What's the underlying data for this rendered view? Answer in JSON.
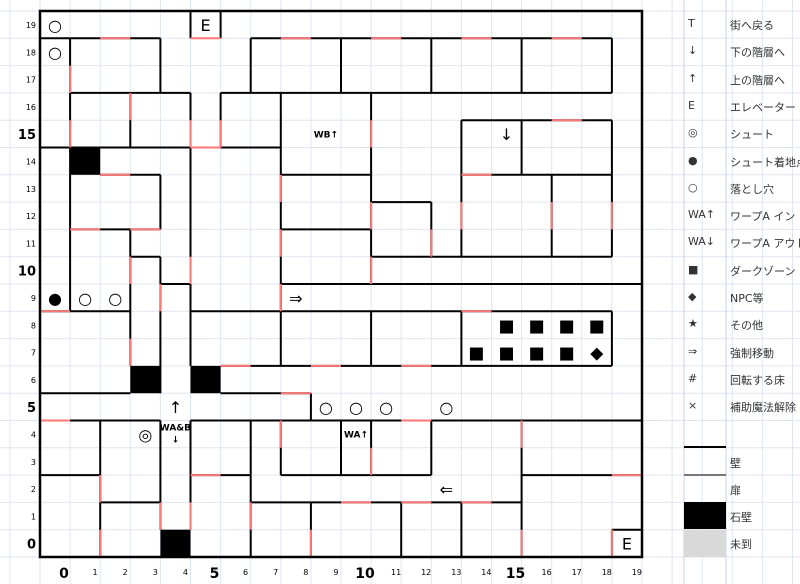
{
  "map": {
    "columns": [
      "0",
      "1",
      "2",
      "3",
      "4",
      "5",
      "6",
      "7",
      "8",
      "9",
      "10",
      "11",
      "12",
      "13",
      "14",
      "15",
      "16",
      "17",
      "18",
      "19"
    ],
    "rows": [
      "0",
      "1",
      "2",
      "3",
      "4",
      "5",
      "6",
      "7",
      "8",
      "9",
      "10",
      "11",
      "12",
      "13",
      "14",
      "15",
      "16",
      "17",
      "18",
      "19"
    ],
    "markers": [
      {
        "col": 0,
        "row": 19,
        "text": "○"
      },
      {
        "col": 0,
        "row": 18,
        "text": "○"
      },
      {
        "col": 5,
        "row": 19,
        "text": "E"
      },
      {
        "col": 19,
        "row": 0,
        "text": "E"
      },
      {
        "col": 9,
        "row": 15,
        "text": "WB↑"
      },
      {
        "col": 15,
        "row": 15,
        "text": "↓"
      },
      {
        "col": 0,
        "row": 9,
        "text": "●"
      },
      {
        "col": 1,
        "row": 9,
        "text": "○"
      },
      {
        "col": 2,
        "row": 9,
        "text": "○"
      },
      {
        "col": 8,
        "row": 9,
        "text": "⇒"
      },
      {
        "col": 15,
        "row": 8,
        "text": "■"
      },
      {
        "col": 16,
        "row": 8,
        "text": "■"
      },
      {
        "col": 17,
        "row": 8,
        "text": "■"
      },
      {
        "col": 18,
        "row": 8,
        "text": "■"
      },
      {
        "col": 14,
        "row": 7,
        "text": "■"
      },
      {
        "col": 15,
        "row": 7,
        "text": "■"
      },
      {
        "col": 16,
        "row": 7,
        "text": "■"
      },
      {
        "col": 17,
        "row": 7,
        "text": "■"
      },
      {
        "col": 18,
        "row": 7,
        "text": "◆"
      },
      {
        "col": 4,
        "row": 5,
        "text": "↑"
      },
      {
        "col": 9,
        "row": 5,
        "text": "○"
      },
      {
        "col": 10,
        "row": 5,
        "text": "○"
      },
      {
        "col": 11,
        "row": 5,
        "text": "○"
      },
      {
        "col": 13,
        "row": 5,
        "text": "○"
      },
      {
        "col": 3,
        "row": 4,
        "text": "◎"
      },
      {
        "col": 4,
        "row": 4,
        "text": "WA&B\n↓"
      },
      {
        "col": 10,
        "row": 4,
        "text": "WA↑"
      },
      {
        "col": 13,
        "row": 2,
        "text": "⇐"
      }
    ],
    "stone_walls": [
      {
        "col": 1,
        "row": 14
      },
      {
        "col": 3,
        "row": 6
      },
      {
        "col": 5,
        "row": 6
      },
      {
        "col": 4,
        "row": 0
      }
    ],
    "colors": {
      "wall": "#000000",
      "door": "#ff7777",
      "stone": "#000000",
      "unvisited": "#d9d9d9",
      "grid": "#dfe5f0"
    }
  },
  "legend": {
    "items": [
      {
        "symbol": "T",
        "label": "街へ戻る"
      },
      {
        "symbol": "↓",
        "label": "下の階層へ"
      },
      {
        "symbol": "↑",
        "label": "上の階層へ"
      },
      {
        "symbol": "E",
        "label": "エレベーター"
      },
      {
        "symbol": "◎",
        "label": "シュート"
      },
      {
        "symbol": "●",
        "label": "シュート着地点"
      },
      {
        "symbol": "○",
        "label": "落とし穴"
      },
      {
        "symbol": "WA↑",
        "label": "ワープA イン"
      },
      {
        "symbol": "WA↓",
        "label": "ワープA アウト"
      },
      {
        "symbol": "■",
        "label": "ダークゾーン"
      },
      {
        "symbol": "◆",
        "label": "NPC等"
      },
      {
        "symbol": "★",
        "label": "その他"
      },
      {
        "symbol": "⇒",
        "label": "強制移動"
      },
      {
        "symbol": "#",
        "label": "回転する床"
      },
      {
        "symbol": "×",
        "label": "補助魔法解除"
      }
    ],
    "wall_label": "壁",
    "door_label": "扉",
    "stone_label": "石壁",
    "unvisited_label": "未到"
  }
}
